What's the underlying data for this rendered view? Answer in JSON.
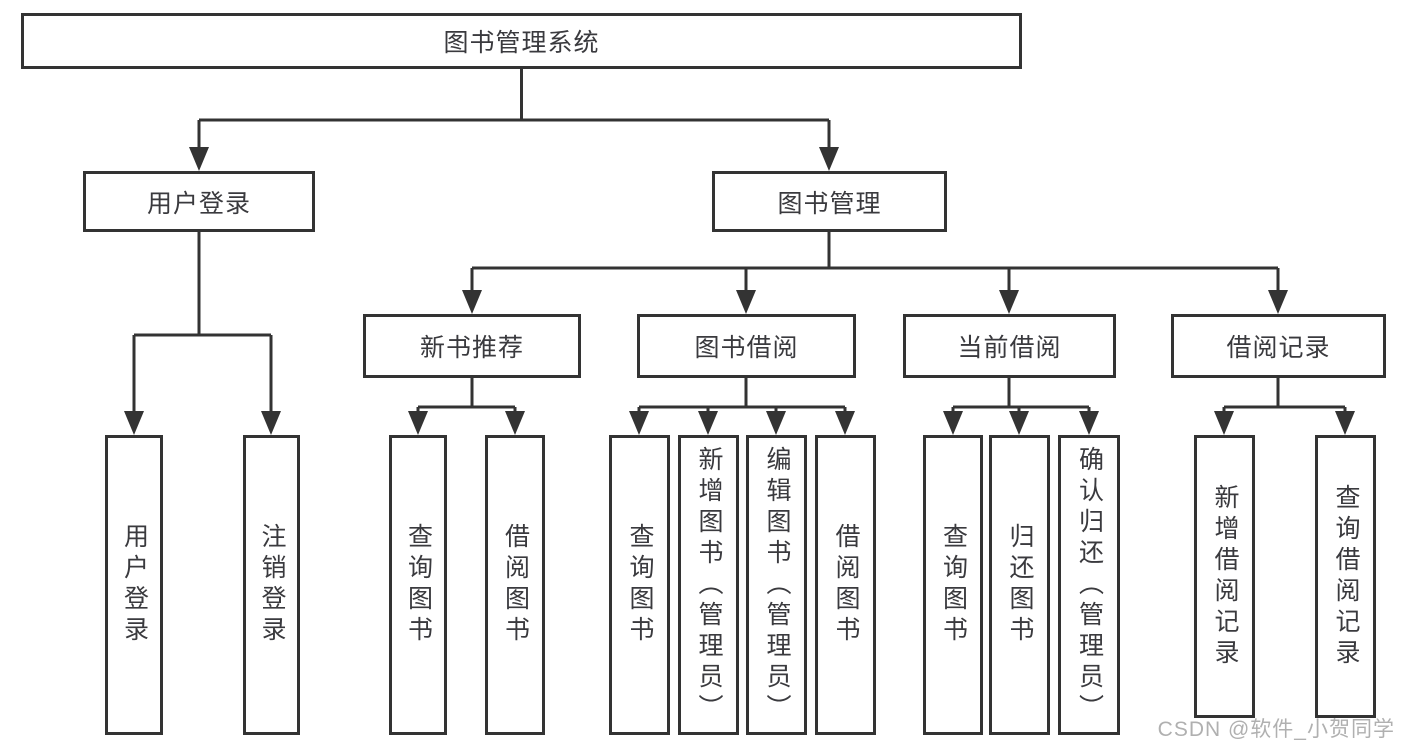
{
  "diagram": {
    "root": {
      "label": "图书管理系统"
    },
    "level2": [
      {
        "label": "用户登录"
      },
      {
        "label": "图书管理"
      }
    ],
    "level3": [
      {
        "label": "新书推荐"
      },
      {
        "label": "图书借阅"
      },
      {
        "label": "当前借阅"
      },
      {
        "label": "借阅记录"
      }
    ],
    "leaves": {
      "user": [
        "用户登录",
        "注销登录"
      ],
      "recommend": [
        "查询图书",
        "借阅图书"
      ],
      "borrow": [
        "查询图书",
        "新增图书（管理员）",
        "编辑图书（管理员）",
        "借阅图书"
      ],
      "current": [
        "查询图书",
        "归还图书",
        "确认归还（管理员）"
      ],
      "records": [
        "新增借阅记录",
        "查询借阅记录"
      ]
    }
  },
  "watermark": {
    "text": "CSDN @软件_小贺同学"
  },
  "colors": {
    "line": "#333333",
    "text": "#3a3a3e",
    "watermark": "#b0b0b0",
    "background": "#ffffff"
  }
}
